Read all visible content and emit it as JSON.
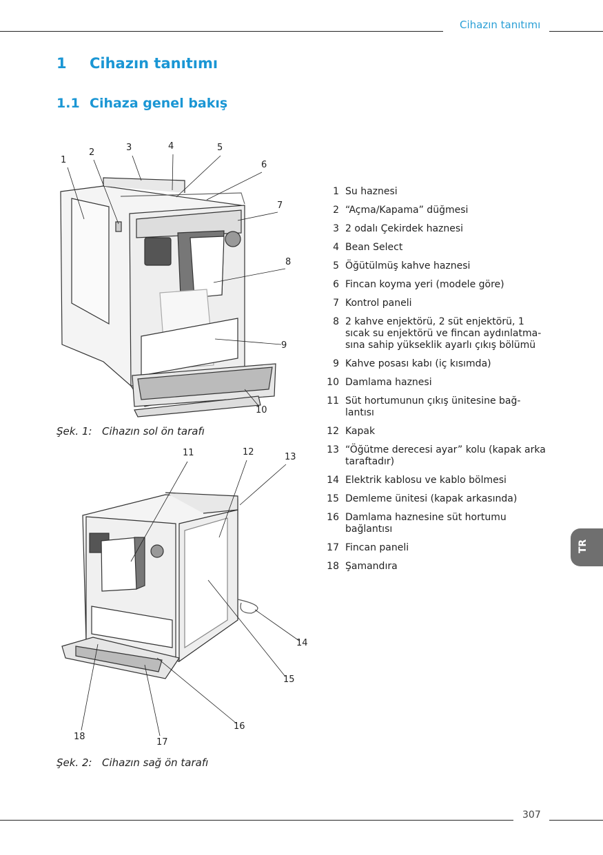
{
  "header": {
    "section": "Cihazın tanıtımı"
  },
  "heading1": {
    "number": "1",
    "title": "Cihazın tanıtımı"
  },
  "heading2": {
    "number": "1.1",
    "title": "Cihaza genel bakış"
  },
  "figure1": {
    "label": "Şek. 1:",
    "caption": "Cihazın sol ön tarafı",
    "callouts": [
      "1",
      "2",
      "3",
      "4",
      "5",
      "6",
      "7",
      "8",
      "9",
      "10"
    ]
  },
  "figure2": {
    "label": "Şek. 2:",
    "caption": "Cihazın sağ ön tarafı",
    "callouts": [
      "11",
      "12",
      "13",
      "14",
      "15",
      "16",
      "17",
      "18"
    ]
  },
  "legend": [
    {
      "n": "1",
      "text": "Su haznesi"
    },
    {
      "n": "2",
      "text": "“Açma/Kapama” düğmesi"
    },
    {
      "n": "3",
      "text": "2 odalı Çekirdek haznesi"
    },
    {
      "n": "4",
      "text": "Bean Select"
    },
    {
      "n": "5",
      "text": "Öğütülmüş kahve haznesi"
    },
    {
      "n": "6",
      "text": "Fincan koyma yeri (modele göre)"
    },
    {
      "n": "7",
      "text": "Kontrol paneli"
    },
    {
      "n": "8",
      "text": "2 kahve enjektörü, 2 süt enjektörü, 1 sıcak su enjektörü ve fincan aydınlatma-sına sahip yükseklik ayarlı çıkış bölümü"
    },
    {
      "n": "9",
      "text": "Kahve posası kabı (iç kısımda)"
    },
    {
      "n": "10",
      "text": "Damlama haznesi"
    },
    {
      "n": "11",
      "text": "Süt hortumunun çıkış ünitesine bağ-lantısı"
    },
    {
      "n": "12",
      "text": "Kapak"
    },
    {
      "n": "13",
      "text": "“Öğütme derecesi ayar” kolu (kapak arka taraftadır)"
    },
    {
      "n": "14",
      "text": "Elektrik kablosu ve kablo bölmesi"
    },
    {
      "n": "15",
      "text": "Demleme ünitesi (kapak arkasında)"
    },
    {
      "n": "16",
      "text": "Damlama haznesine süt hortumu bağlantısı"
    },
    {
      "n": "17",
      "text": "Fincan paneli"
    },
    {
      "n": "18",
      "text": "Şamandıra"
    }
  ],
  "side_tab": "TR",
  "footer": {
    "page_number": "307"
  },
  "colors": {
    "accent": "#1a96d4",
    "tab": "#6f6f6f"
  }
}
